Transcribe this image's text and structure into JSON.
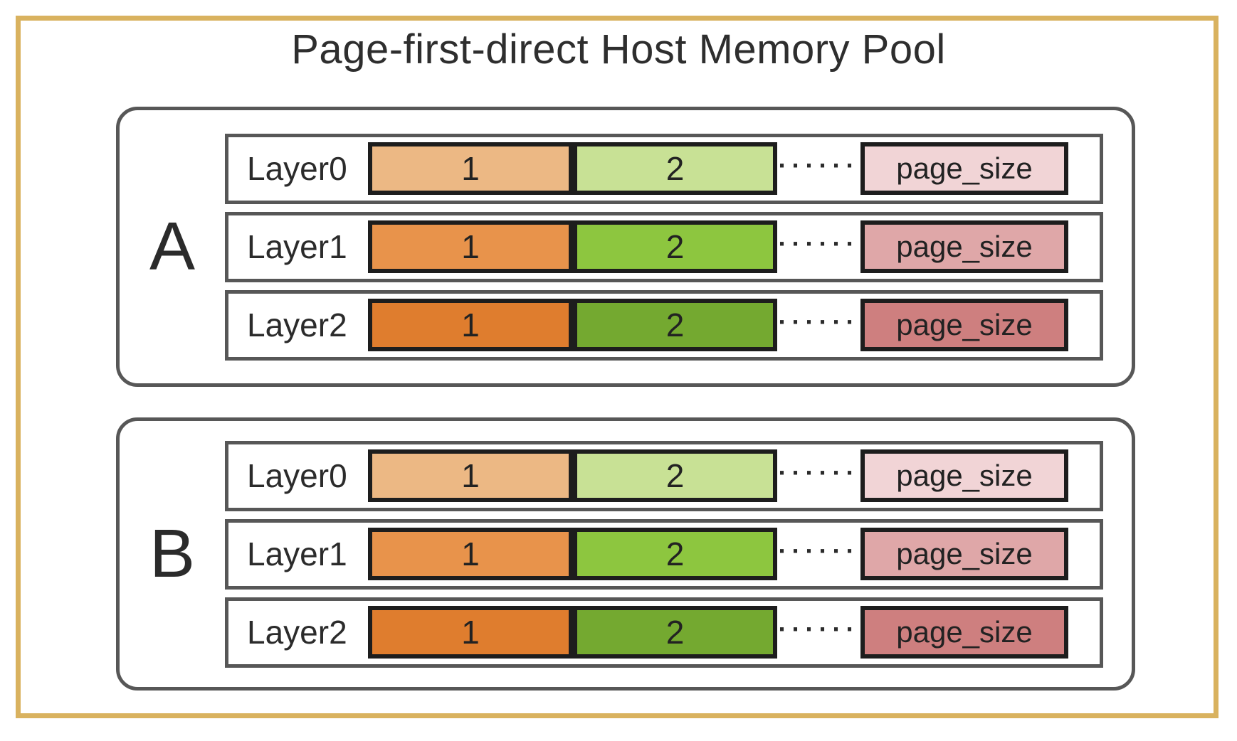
{
  "title": "Page-first-direct Host Memory Pool",
  "frame": {
    "border_color": "#D9B25F"
  },
  "colors": {
    "container_border": "#575757",
    "block_border": "#1D1D1D",
    "text": "#2B2B2B"
  },
  "groups": [
    {
      "label": "A",
      "rows": [
        {
          "layer": "Layer0",
          "block1": "1",
          "block2": "2",
          "ellipsis": "······",
          "page": "page_size",
          "block1_color": "#ECB884",
          "block2_color": "#C8E195",
          "page_color": "#F1D4D6"
        },
        {
          "layer": "Layer1",
          "block1": "1",
          "block2": "2",
          "ellipsis": "······",
          "page": "page_size",
          "block1_color": "#E8934B",
          "block2_color": "#8DC63F",
          "page_color": "#DFA7A8"
        },
        {
          "layer": "Layer2",
          "block1": "1",
          "block2": "2",
          "ellipsis": "······",
          "page": "page_size",
          "block1_color": "#DF7D2E",
          "block2_color": "#74A930",
          "page_color": "#CE7F7F"
        }
      ]
    },
    {
      "label": "B",
      "rows": [
        {
          "layer": "Layer0",
          "block1": "1",
          "block2": "2",
          "ellipsis": "······",
          "page": "page_size",
          "block1_color": "#ECB884",
          "block2_color": "#C8E195",
          "page_color": "#F1D4D6"
        },
        {
          "layer": "Layer1",
          "block1": "1",
          "block2": "2",
          "ellipsis": "······",
          "page": "page_size",
          "block1_color": "#E8934B",
          "block2_color": "#8DC63F",
          "page_color": "#DFA7A8"
        },
        {
          "layer": "Layer2",
          "block1": "1",
          "block2": "2",
          "ellipsis": "······",
          "page": "page_size",
          "block1_color": "#DF7D2E",
          "block2_color": "#74A930",
          "page_color": "#CE7F7F"
        }
      ]
    }
  ]
}
